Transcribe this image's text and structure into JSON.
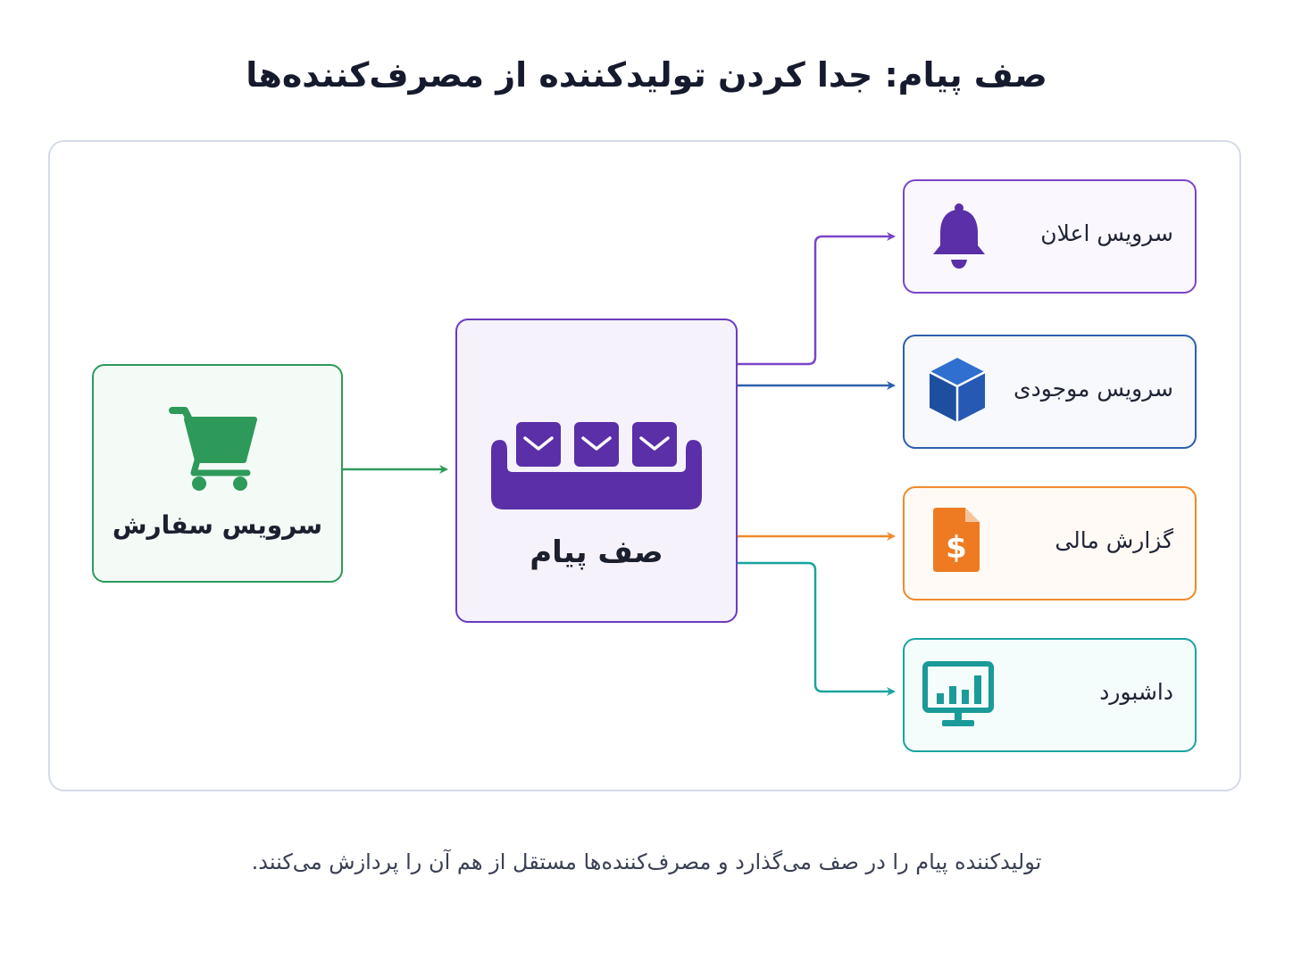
{
  "title": "صف پیام: جدا کردن تولیدکننده از مصرف‌کننده‌ها",
  "producer": {
    "label": "سرویس سفارش",
    "icon": "shopping-cart-icon",
    "color": "#2e9a59"
  },
  "queue": {
    "label": "صف پیام",
    "icon": "message-queue-icon",
    "color": "#6a3bbf"
  },
  "consumers": [
    {
      "label": "سرویس اعلان",
      "icon": "bell-icon",
      "color": "#7a45c8"
    },
    {
      "label": "سرویس موجودی",
      "icon": "cube-icon",
      "color": "#2d5fae"
    },
    {
      "label": "گزارش مالی",
      "icon": "dollar-document-icon",
      "color": "#f08a2c"
    },
    {
      "label": "داشبورد",
      "icon": "monitor-chart-icon",
      "color": "#1aa3a0"
    }
  ],
  "caption": "تولیدکننده پیام را در صف می‌گذارد و مصرف‌کننده‌ها مستقل از هم آن را پردازش می‌کنند."
}
